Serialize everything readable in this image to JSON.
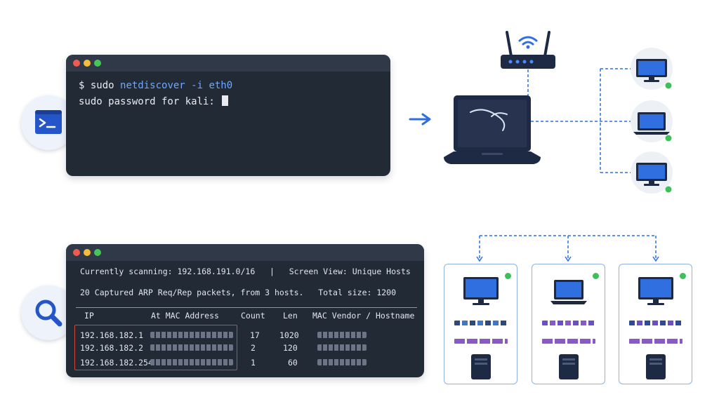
{
  "terminal_top": {
    "prompt": "$ sudo ",
    "command": "netdiscover -i eth0",
    "password_prompt": "sudo password for kali: "
  },
  "terminal_bottom": {
    "scan_line": "Currently scanning: 192.168.191.0/16   |   Screen View: Unique Hosts",
    "summary_line": "20 Captured ARP Req/Rep packets, from 3 hosts.   Total size: 1200",
    "headers": {
      "ip": "IP",
      "mac": "At MAC Address",
      "count": "Count",
      "len": "Len",
      "vendor": "MAC Vendor / Hostname"
    },
    "rows": [
      {
        "ip": "192.168.182.1",
        "count": "17",
        "len": "1020"
      },
      {
        "ip": "192.168.182.2",
        "count": "2",
        "len": "120"
      },
      {
        "ip": "192.168.182.254",
        "count": "1",
        "len": "60"
      }
    ]
  },
  "colors": {
    "terminal_bg": "#222a36",
    "accent_blue": "#2f6fe0",
    "online_green": "#3fbf5a",
    "highlight_red": "#d2453c"
  },
  "icons": {
    "prompt": "terminal-prompt-icon",
    "search": "magnifier-search-icon",
    "router": "wifi-router-icon",
    "laptop": "kali-laptop-icon",
    "monitor": "monitor-icon",
    "server": "server-tower-icon"
  }
}
